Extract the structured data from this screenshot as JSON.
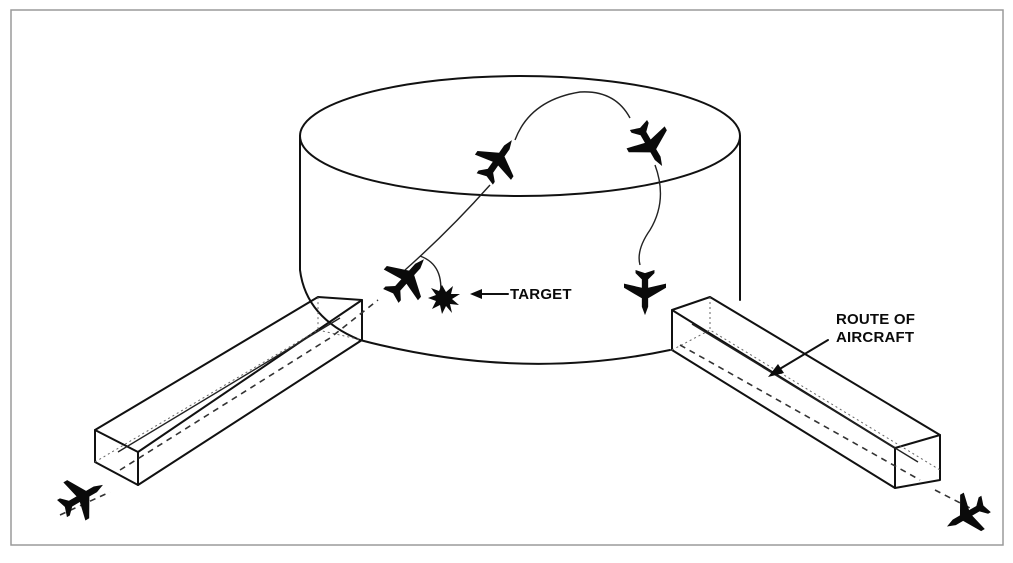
{
  "labels": {
    "target": "TARGET",
    "route_line1": "ROUTE OF",
    "route_line2": "AIRCRAFT"
  },
  "icons": {
    "aircraft": "fighter-jet-silhouette",
    "target": "starburst-explosion"
  },
  "colors": {
    "ink": "#0a0a0a",
    "frame": "#9a9a9a",
    "background": "#ffffff"
  }
}
